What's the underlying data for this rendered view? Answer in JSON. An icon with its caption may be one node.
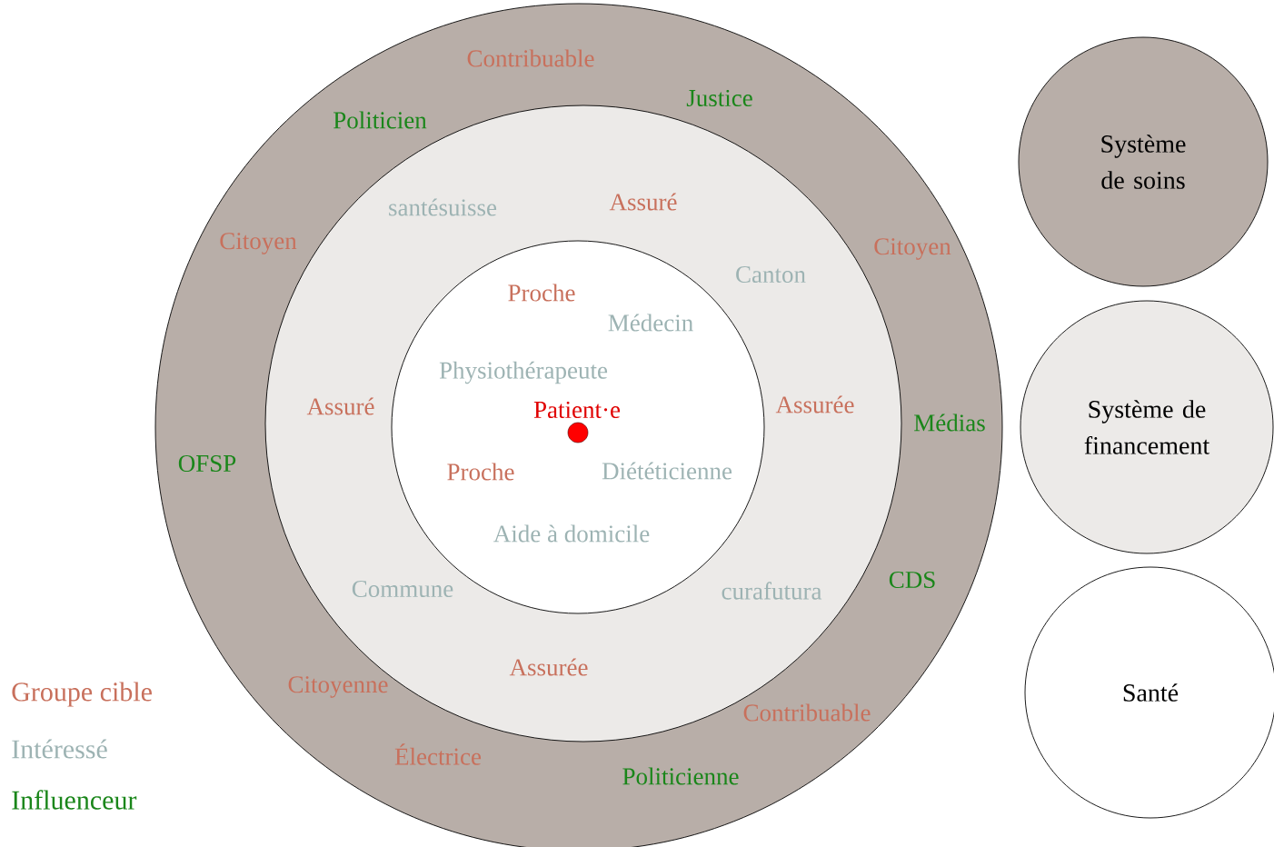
{
  "diagram": {
    "nodes": [
      {
        "text": [
          "Contribuable",
          "Justice",
          "Politicien",
          "Citoyen",
          "Citoyen",
          "Médias",
          "OFSP",
          "CDS",
          "Citoyenne",
          "Contribuable",
          "Électrice",
          "Politicienne"
        ]
      },
      {
        "text": [
          "Assuré",
          "santésuisse",
          "Canton",
          "Assuré",
          "Assurée",
          "Commune",
          "curafutura",
          "Assurée"
        ],
        "in": 0
      },
      {
        "text": [
          "Proche",
          "Médecin",
          "Physiothérapeute",
          "Patient·e",
          "Proche",
          "Diététicienne",
          "Aide à domicile"
        ],
        "in": 1
      },
      {
        "text": [
          "Système de soins"
        ]
      },
      {
        "text": [
          "Système de financement"
        ]
      },
      {
        "text": [
          "Santé"
        ]
      }
    ],
    "legend": [
      {
        "text": "Groupe cible",
        "color": "#c8705c"
      },
      {
        "text": "Intéressé",
        "color": "#9db3b3"
      },
      {
        "text": "Influenceur",
        "color": "#1a861a"
      }
    ]
  }
}
